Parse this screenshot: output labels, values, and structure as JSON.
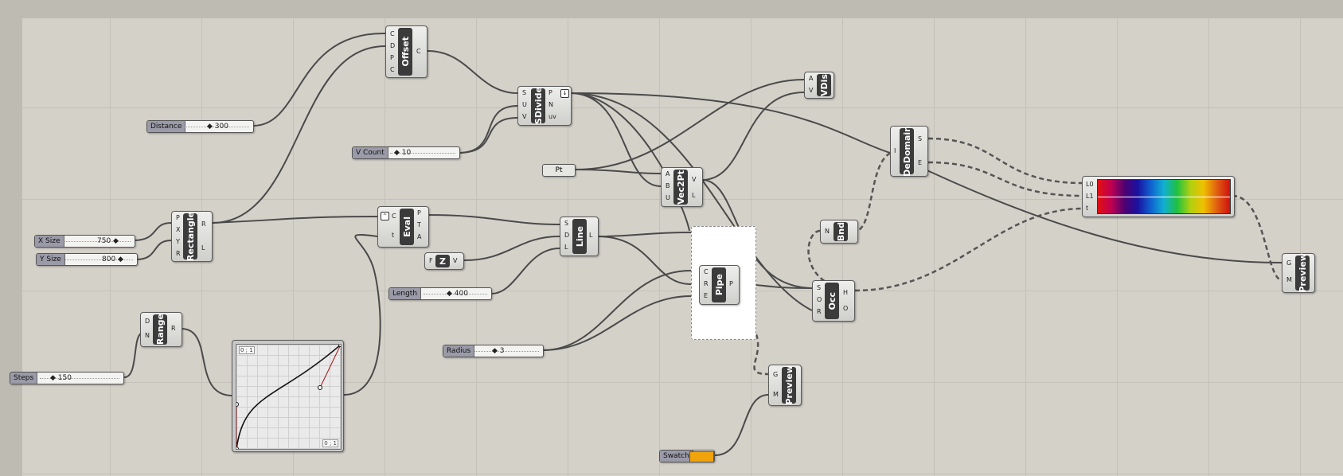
{
  "sliders": {
    "distance": {
      "label": "Distance",
      "value": "300"
    },
    "v_count": {
      "label": "V Count",
      "value": "10"
    },
    "x_size": {
      "label": "X Size",
      "value": "750"
    },
    "y_size": {
      "label": "Y Size",
      "value": "800"
    },
    "length": {
      "label": "Length",
      "value": "400"
    },
    "radius": {
      "label": "Radius",
      "value": "3"
    },
    "steps": {
      "label": "Steps",
      "value": "150"
    }
  },
  "panels": {
    "pt": "Pt",
    "swatch_label": "Swatch",
    "swatch_color": "#f0a30a"
  },
  "components": {
    "offset": {
      "name": "Offset",
      "inputs": [
        "C",
        "D",
        "P",
        "C"
      ],
      "outputs": [
        "C"
      ]
    },
    "sdivide": {
      "name": "SDivide",
      "inputs": [
        "S",
        "U",
        "V"
      ],
      "outputs": [
        "P",
        "N",
        "uv"
      ]
    },
    "vdis": {
      "name": "VDis",
      "inputs": [
        "A",
        "V"
      ]
    },
    "dedomain": {
      "name": "DeDomain",
      "inputs": [
        "I"
      ],
      "outputs": [
        "S",
        "E"
      ]
    },
    "rectangle": {
      "name": "Rectangle",
      "inputs": [
        "P",
        "X",
        "Y",
        "R"
      ],
      "outputs": [
        "R",
        "L"
      ]
    },
    "eval": {
      "name": "Eval",
      "inputs": [
        "C",
        "t"
      ],
      "outputs": [
        "P",
        "T",
        "A"
      ]
    },
    "vec2pt": {
      "name": "Vec2Pt",
      "inputs": [
        "A",
        "B",
        "U"
      ],
      "outputs": [
        "V",
        "L"
      ]
    },
    "line": {
      "name": "Line",
      "inputs": [
        "S",
        "D",
        "L"
      ],
      "outputs": [
        "L"
      ]
    },
    "unitz": {
      "name": "Z",
      "inputs": [
        "F"
      ],
      "outputs": [
        "V"
      ]
    },
    "bnd": {
      "name": "Bnd",
      "inputs": [
        "N"
      ]
    },
    "pipe": {
      "name": "Pipe",
      "inputs": [
        "C",
        "R",
        "E"
      ],
      "outputs": [
        "P"
      ]
    },
    "occ": {
      "name": "Occ",
      "inputs": [
        "S",
        "O",
        "R"
      ],
      "outputs": [
        "H",
        "O"
      ]
    },
    "range": {
      "name": "Range",
      "inputs": [
        "D",
        "N"
      ],
      "outputs": [
        "R"
      ]
    },
    "preview1": {
      "name": "Preview",
      "inputs": [
        "G",
        "M"
      ]
    },
    "preview2": {
      "name": "Preview",
      "inputs": [
        "G",
        "M"
      ]
    }
  },
  "gradient": {
    "inputs": [
      "L0",
      "L1",
      "t"
    ]
  },
  "graph_mapper": {
    "corner_top": "0 ; 1",
    "corner_bottom": "0 ; 1"
  },
  "colors": {
    "accent_swatch": "#f0a30a",
    "canvas": "#d4d1c9",
    "component_core": "#3b3b3b"
  }
}
